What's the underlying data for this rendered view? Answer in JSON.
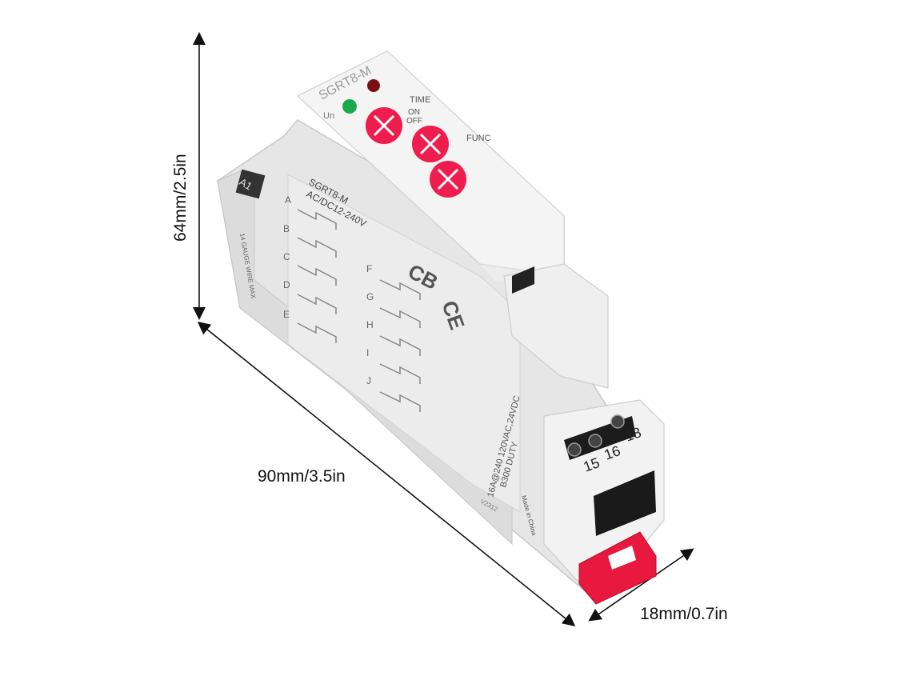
{
  "dimensions": {
    "height": "64mm/2.5in",
    "length": "90mm/3.5in",
    "width": "18mm/0.7in"
  },
  "device": {
    "model": "SGRT8-M",
    "voltage": "AC/DC12-240V",
    "rating": "16A@240 120VAC,24VDC",
    "duty": "B300 DUTY",
    "label_power": "Un",
    "label_time": "TIME",
    "label_func": "FUNC",
    "label_on": "ON",
    "label_off": "OFF",
    "terminal_a1": "A1",
    "terminal_15": "15",
    "terminal_16": "16",
    "terminal_18": "18",
    "wire_gauge": "14 GAUGE WIRE MAX",
    "func_letters": [
      "A",
      "B",
      "C",
      "D",
      "E",
      "F",
      "G",
      "H",
      "I",
      "J"
    ],
    "mark_cb": "CB",
    "mark_ce": "CE",
    "made_in": "Made in China",
    "code": "V2312"
  },
  "colors": {
    "housing": "#f1f1f1",
    "knob": "#ee1d4d",
    "clip": "#e8183f",
    "led_green": "#1aa84a",
    "led_red": "#7a1010"
  }
}
